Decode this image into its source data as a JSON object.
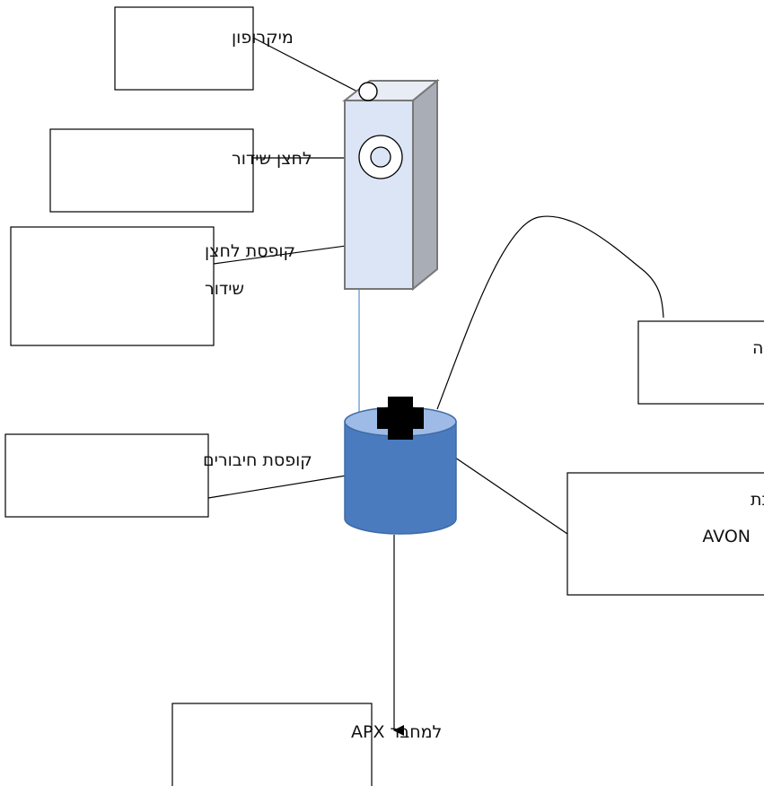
{
  "labels": {
    "microphone": "מיקרופון",
    "ptt_button": "לחצן שידור",
    "ptt_box_line1": "קופסת לחצן",
    "ptt_box_line2": "שידור",
    "earpiece": "אוזנייה",
    "connection_box": "קופסת חיבורים",
    "avon_line1": "מחבר למסכת",
    "avon_line2": "AVON",
    "apx": "למחבר APX"
  },
  "colors": {
    "ptt_box_front": "#dbe5f5",
    "ptt_box_side": "#a9aeb6",
    "ptt_box_top": "#e8edf5",
    "cylinder_body": "#4a7bbf",
    "cylinder_top": "#9dbbe6",
    "connector": "#000000",
    "vertical_wire": "#6fa0cf"
  }
}
